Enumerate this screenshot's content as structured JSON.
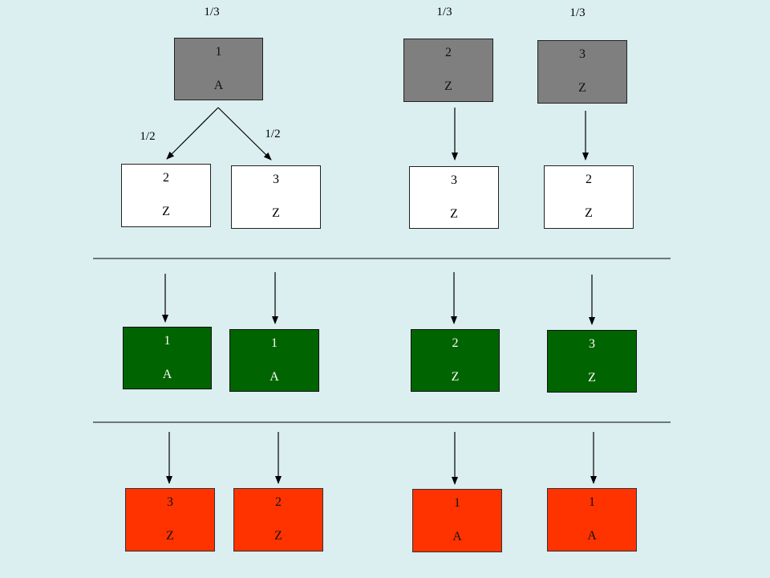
{
  "probabilities": {
    "top": [
      "1/3",
      "1/3",
      "1/3"
    ],
    "branch": [
      "1/2",
      "1/2"
    ]
  },
  "gray_boxes": [
    {
      "num": "1",
      "letter": "A"
    },
    {
      "num": "2",
      "letter": "Z"
    },
    {
      "num": "3",
      "letter": "Z"
    }
  ],
  "white_boxes": [
    {
      "num": "2",
      "letter": "Z"
    },
    {
      "num": "3",
      "letter": "Z"
    },
    {
      "num": "3",
      "letter": "Z"
    },
    {
      "num": "2",
      "letter": "Z"
    }
  ],
  "green_boxes": [
    {
      "num": "1",
      "letter": "A"
    },
    {
      "num": "1",
      "letter": "A"
    },
    {
      "num": "2",
      "letter": "Z"
    },
    {
      "num": "3",
      "letter": "Z"
    }
  ],
  "red_boxes": [
    {
      "num": "3",
      "letter": "Z"
    },
    {
      "num": "2",
      "letter": "Z"
    },
    {
      "num": "1",
      "letter": "A"
    },
    {
      "num": "1",
      "letter": "A"
    }
  ],
  "colors": {
    "background": "#dbeef0",
    "gray": "#7f7f7f",
    "white": "#ffffff",
    "green": "#006400",
    "red": "#ff3300"
  }
}
